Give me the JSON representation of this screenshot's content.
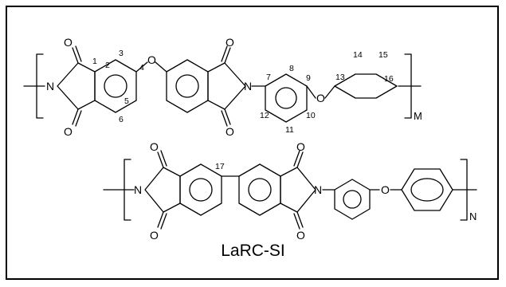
{
  "caption": "LaRC-SI",
  "atoms": {
    "O": "O",
    "N": "N"
  },
  "repeat_labels": {
    "m": "M",
    "n": "N"
  },
  "locants": [
    "1",
    "2",
    "3",
    "4",
    "5",
    "6",
    "7",
    "8",
    "9",
    "10",
    "11",
    "12",
    "13",
    "14",
    "15",
    "16",
    "17"
  ]
}
